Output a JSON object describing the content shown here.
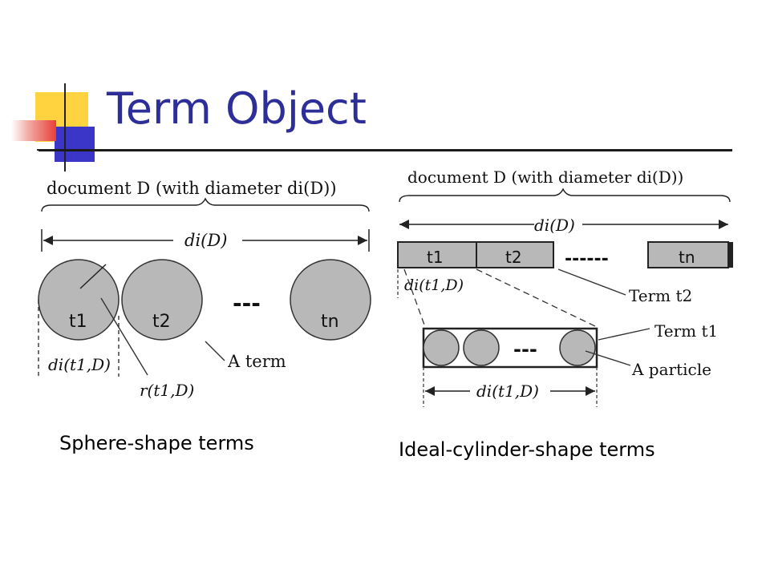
{
  "slide": {
    "title": "Term Object",
    "captions": {
      "sphere": "Sphere-shape terms",
      "cylinder": "Ideal-cylinder-shape terms"
    }
  },
  "colors": {
    "title": "#2e2e99",
    "accent_yellow": "#ffd23f",
    "accent_blue": "#3b36c8",
    "accent_red": "#e8403a",
    "shape_fill": "#b8b8b8"
  },
  "sphere_diagram": {
    "doc_label": "document D (with diameter di(D))",
    "width_label": "di(D)",
    "terms": [
      "t1",
      "t2",
      "tn"
    ],
    "ellipsis": "---",
    "term_width_label": "di(t1,D)",
    "radius_label": "r(t1,D)",
    "term_label": "A term"
  },
  "cylinder_diagram": {
    "doc_label": "document D (with diameter di(D))",
    "width_label": "di(D)",
    "segments": [
      "t1",
      "t2",
      "tn"
    ],
    "ellipsis": "------",
    "segment_width_label": "di(t1,D)",
    "term2_label": "Term t2",
    "term1_label": "Term t1",
    "particle_label": "A particle",
    "particle_ellipsis": "---",
    "detail_width_label": "di(t1,D)"
  }
}
